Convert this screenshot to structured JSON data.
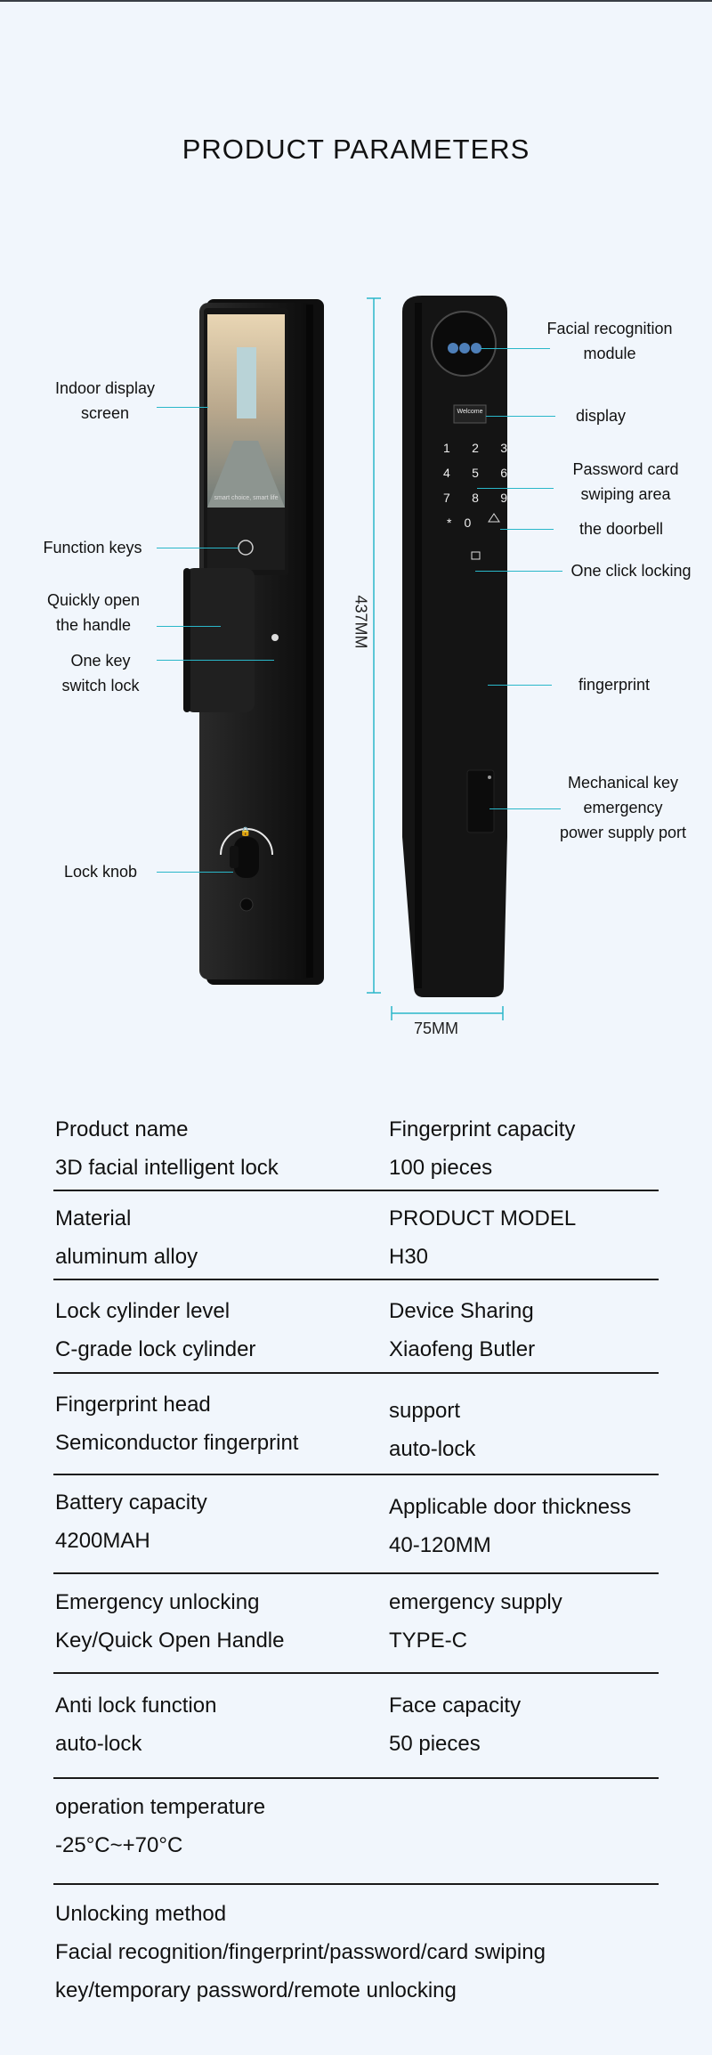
{
  "page_title": "PRODUCT PARAMETERS",
  "diagram": {
    "left_labels": {
      "indoor_display": [
        "Indoor display",
        "screen"
      ],
      "function_keys": "Function keys",
      "quick_open": [
        "Quickly open",
        "the handle"
      ],
      "one_key_switch": [
        "One key",
        "switch lock"
      ],
      "lock_knob": "Lock knob"
    },
    "right_labels": {
      "facial_module": [
        "Facial recognition",
        "module"
      ],
      "display": "display",
      "password_card": [
        "Password card",
        "swiping area"
      ],
      "doorbell": "the doorbell",
      "one_click_locking": "One click locking",
      "fingerprint": "fingerprint",
      "mech_key": [
        "Mechanical key",
        "emergency",
        "power supply port"
      ]
    },
    "screen_text": "smart choice, smart life",
    "front_screen_text": "Welcome",
    "keypad_keys": [
      "1",
      "2",
      "3",
      "4",
      "5",
      "6",
      "7",
      "8",
      "9",
      "*",
      "0"
    ],
    "height_dimension": "437MM",
    "width_dimension": "75MM",
    "accent_color": "#2ab7c9"
  },
  "specs": [
    {
      "l1": "Product name",
      "l2": "3D facial intelligent lock",
      "r1": "Fingerprint capacity",
      "r2": "100 pieces"
    },
    {
      "l1": "Material",
      "l2": "aluminum alloy",
      "r1": "PRODUCT MODEL",
      "r2": "H30"
    },
    {
      "l1": "Lock cylinder level",
      "l2": "C-grade lock cylinder",
      "r1": "Device Sharing",
      "r2": "Xiaofeng Butler"
    },
    {
      "l1": "Fingerprint head",
      "l2": "Semiconductor fingerprint",
      "r1": "support",
      "r2": "auto-lock"
    },
    {
      "l1": "Battery capacity",
      "l2": "4200MAH",
      "r1": "Applicable door thickness",
      "r2": "40-120MM"
    },
    {
      "l1": "Emergency unlocking",
      "l2": "Key/Quick Open Handle",
      "r1": "emergency supply",
      "r2": "TYPE-C"
    },
    {
      "l1": "Anti lock function",
      "l2": "auto-lock",
      "r1": "Face capacity",
      "r2": "50 pieces"
    },
    {
      "l1": "operation temperature",
      "l2": "-25°C~+70°C"
    },
    {
      "l1": "Unlocking method",
      "l2": "Facial recognition/fingerprint/password/card swiping",
      "l3": "key/temporary password/remote unlocking"
    }
  ]
}
